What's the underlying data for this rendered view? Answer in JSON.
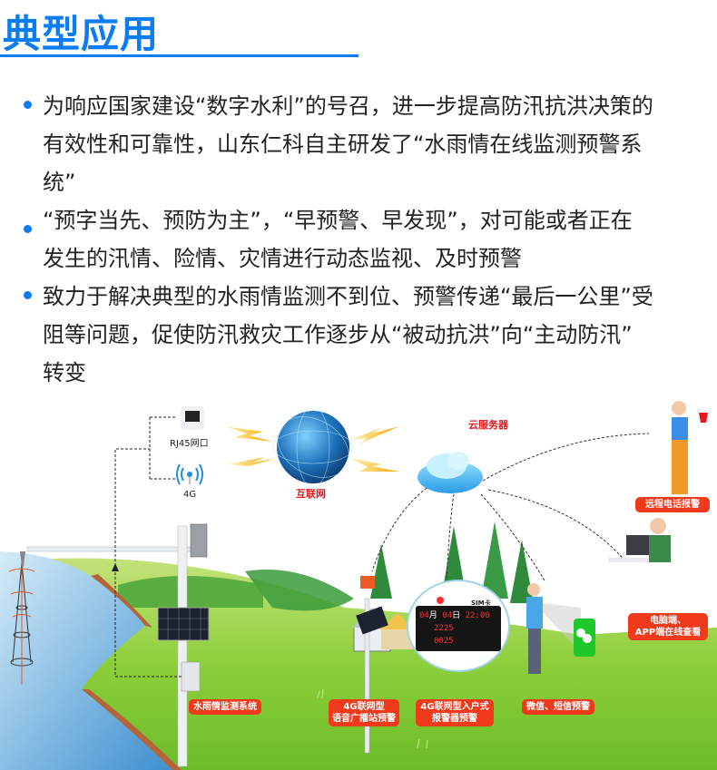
{
  "header": {
    "title": "典型应用",
    "accent_color": "#0a7df5"
  },
  "bullets": [
    {
      "lines": [
        "为响应国家建设“数字水利”的号召，进一步提高防汛抗洪决策的",
        "有效性和可靠性，山东仁科自主研发了“水雨情在线监测预警系",
        "统”"
      ]
    },
    {
      "lines": [
        "“预字当先、预防为主”，“早预警、早发现”，对可能或者正在",
        "发生的汛情、险情、灾情进行动态监视、及时预警"
      ]
    },
    {
      "lines": [
        "致力于解决典型的水雨情监测不到位、预警传递“最后一公里”受",
        "阻等问题，促使防汛救灾工作逐步从“被动抗洪”向“主动防汛”",
        "转变"
      ]
    }
  ],
  "diagram": {
    "rj45_label": "RJ45网口",
    "fourg_label": "4G",
    "internet_label": "互联网",
    "cloud_label": "云服务器",
    "phone_alarm_label": "远程电话报警",
    "pc_app_label_1": "电脑端、",
    "pc_app_label_2": "APP端在线查看",
    "monitor_system_label": "水雨情监测系统",
    "broadcast_label_1": "4G联网型",
    "broadcast_label_2": "语音广播站预警",
    "indoor_alarm_label_1": "4G联网型入户式",
    "indoor_alarm_label_2": "报警器预警",
    "wechat_sms_label": "微信、短信预警",
    "sim_label": "SIM卡",
    "display": {
      "month": "04",
      "month_unit": "月",
      "day": "04",
      "day_unit": "日",
      "time": "22:00",
      "value1": "2225",
      "value2": "0025"
    },
    "colors": {
      "pill": "#f03a1c",
      "red_text": "#e6161e",
      "grass": "#8ccf3a",
      "water": "#5aa6dc"
    }
  }
}
